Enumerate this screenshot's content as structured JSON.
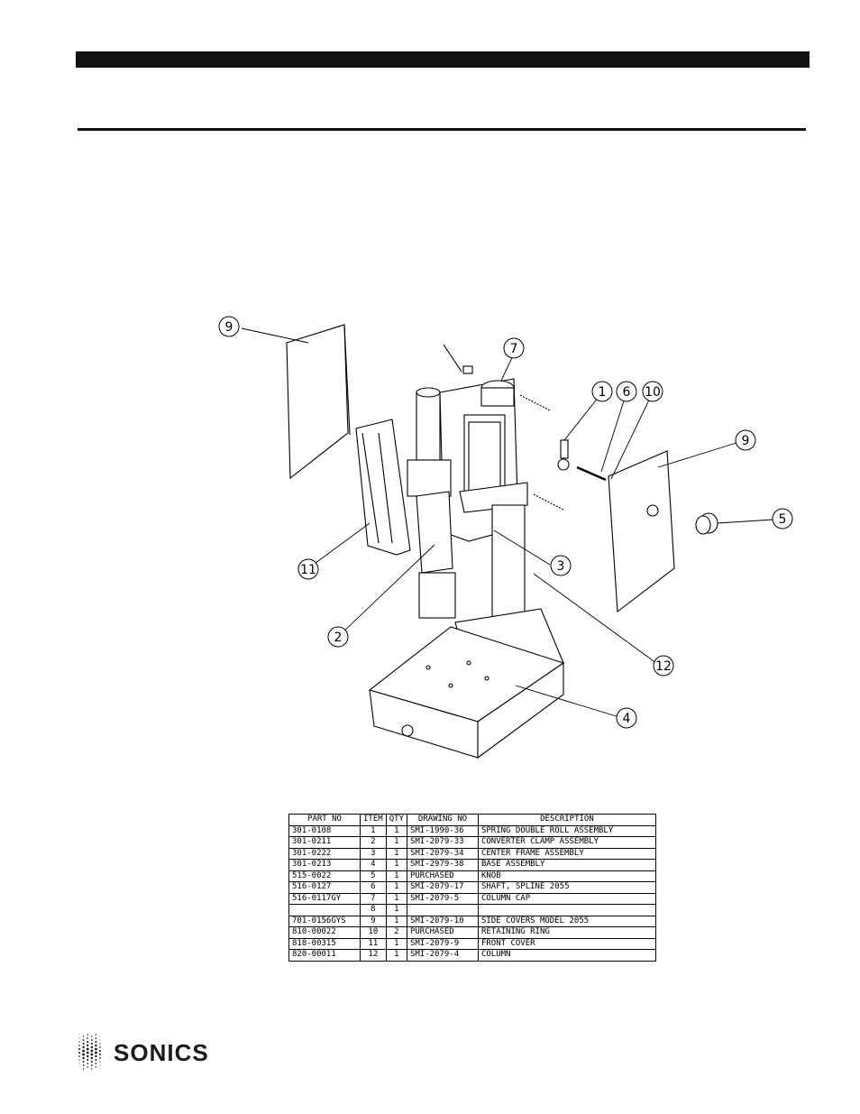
{
  "drawing": {
    "callouts": [
      "9",
      "7",
      "1",
      "6",
      "10",
      "9",
      "5",
      "11",
      "3",
      "2",
      "12",
      "4"
    ]
  },
  "parts_table": {
    "headers": [
      "PART NO",
      "ITEM",
      "QTY",
      "DRAWING NO",
      "DESCRIPTION"
    ],
    "rows": [
      [
        "301-0108",
        "1",
        "1",
        "SMI-1990-36",
        "SPRING DOUBLE ROLL ASSEMBLY"
      ],
      [
        "301-0211",
        "2",
        "1",
        "SMI-2079-33",
        "CONVERTER CLAMP ASSEMBLY"
      ],
      [
        "301-0222",
        "3",
        "1",
        "SMI-2079-34",
        "CENTER FRAME ASSEMBLY"
      ],
      [
        "301-0213",
        "4",
        "1",
        "SMI-2979-38",
        "BASE ASSEMBLY"
      ],
      [
        "515-0022",
        "5",
        "1",
        "PURCHASED",
        "KNOB"
      ],
      [
        "516-0127",
        "6",
        "1",
        "SMI-2079-17",
        "SHAFT, SPLINE 2055"
      ],
      [
        "516-0117GY",
        "7",
        "1",
        "SMI-2079-5",
        "COLUMN CAP"
      ],
      [
        "",
        "8",
        "1",
        "",
        ""
      ],
      [
        "701-0156GYS",
        "9",
        "1",
        "SMI-2079-10",
        "SIDE COVERS MODEL 2055"
      ],
      [
        "810-00022",
        "10",
        "2",
        "PURCHASED",
        "RETAINING RING"
      ],
      [
        "818-00315",
        "11",
        "1",
        "SMI-2079-9",
        "FRONT COVER"
      ],
      [
        "820-00011",
        "12",
        "1",
        "SMI-2079-4",
        "COLUMN"
      ]
    ]
  },
  "logo": {
    "text": "SONICS"
  }
}
